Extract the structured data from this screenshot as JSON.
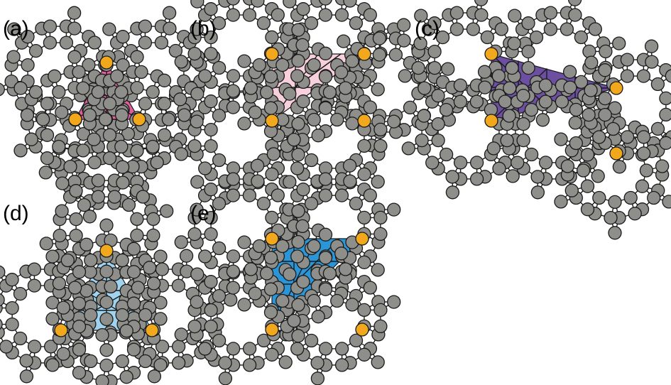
{
  "colors": {
    "atom": "#8e8f8b",
    "marked_atom": "#f2a81d",
    "bond": "#1a1a1a",
    "background": "#ffffff"
  },
  "panels": [
    {
      "id": "a",
      "label": "(a)",
      "fill": "#e05c9a"
    },
    {
      "id": "b",
      "label": "(b)",
      "fill": "#f8cfdd"
    },
    {
      "id": "c",
      "label": "(c)",
      "fill": "#6c4fa0"
    },
    {
      "id": "d",
      "label": "(d)",
      "fill": "#9fd3ee"
    },
    {
      "id": "e",
      "label": "(e)",
      "fill": "#2b96d7"
    }
  ]
}
